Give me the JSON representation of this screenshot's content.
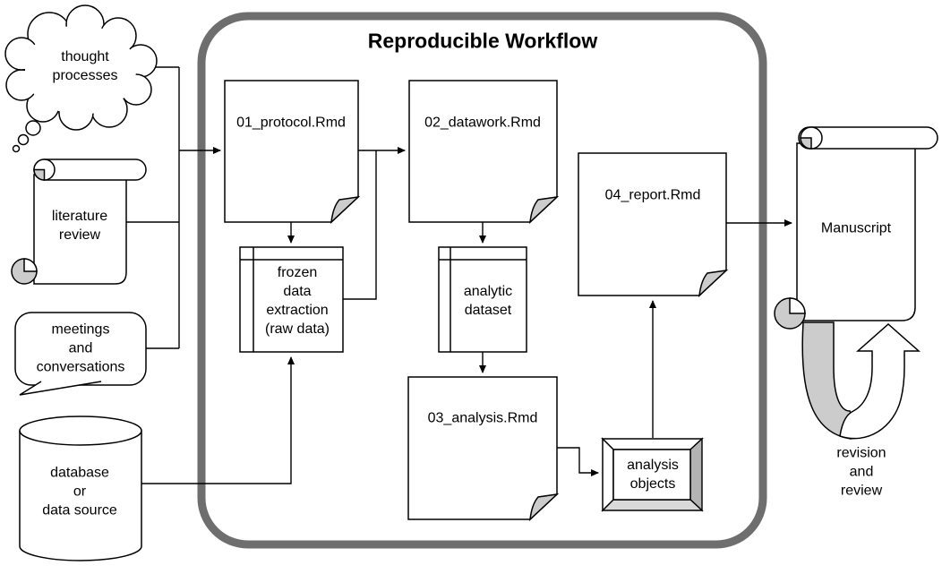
{
  "diagram_title": "Reproducible Workflow",
  "nodes": {
    "thought_processes": {
      "label": "thought\nprocesses",
      "shape": "thought-cloud"
    },
    "literature_review": {
      "label": "literature\nreview",
      "shape": "scroll"
    },
    "meetings": {
      "label": "meetings\nand\nconversations",
      "shape": "speech-bubble"
    },
    "database": {
      "label": "database\nor\ndata source",
      "shape": "cylinder"
    },
    "protocol": {
      "label": "01_protocol.Rmd",
      "shape": "document"
    },
    "datawork": {
      "label": "02_datawork.Rmd",
      "shape": "document"
    },
    "frozen_data": {
      "label": "frozen\ndata\nextraction\n(raw data)",
      "shape": "internal-storage"
    },
    "analytic_dataset": {
      "label": "analytic\ndataset",
      "shape": "internal-storage"
    },
    "analysis": {
      "label": "03_analysis.Rmd",
      "shape": "document"
    },
    "analysis_objects": {
      "label": "analysis\nobjects",
      "shape": "framed-box"
    },
    "report": {
      "label": "04_report.Rmd",
      "shape": "document"
    },
    "manuscript": {
      "label": "Manuscript",
      "shape": "scroll"
    },
    "revision": {
      "label": "revision\nand\nreview",
      "shape": "u-turn-arrow"
    }
  },
  "edges": [
    {
      "from": "thought_processes",
      "to": "protocol"
    },
    {
      "from": "literature_review",
      "to": "protocol"
    },
    {
      "from": "meetings",
      "to": "protocol"
    },
    {
      "from": "database",
      "to": "frozen_data"
    },
    {
      "from": "protocol",
      "to": "frozen_data"
    },
    {
      "from": "protocol",
      "to": "datawork"
    },
    {
      "from": "frozen_data",
      "to": "datawork"
    },
    {
      "from": "datawork",
      "to": "analytic_dataset"
    },
    {
      "from": "analytic_dataset",
      "to": "analysis"
    },
    {
      "from": "analysis",
      "to": "analysis_objects"
    },
    {
      "from": "analysis_objects",
      "to": "report"
    },
    {
      "from": "report",
      "to": "manuscript"
    },
    {
      "from": "manuscript",
      "to": "manuscript",
      "via": "revision and review"
    }
  ],
  "colors": {
    "container_border": "#6e6e6e",
    "shape_outline": "#000000",
    "light_gray": "#cccccc",
    "bevel_right": "#b3b3b3",
    "bevel_bottom": "#d9d9d9",
    "background": "#ffffff"
  }
}
